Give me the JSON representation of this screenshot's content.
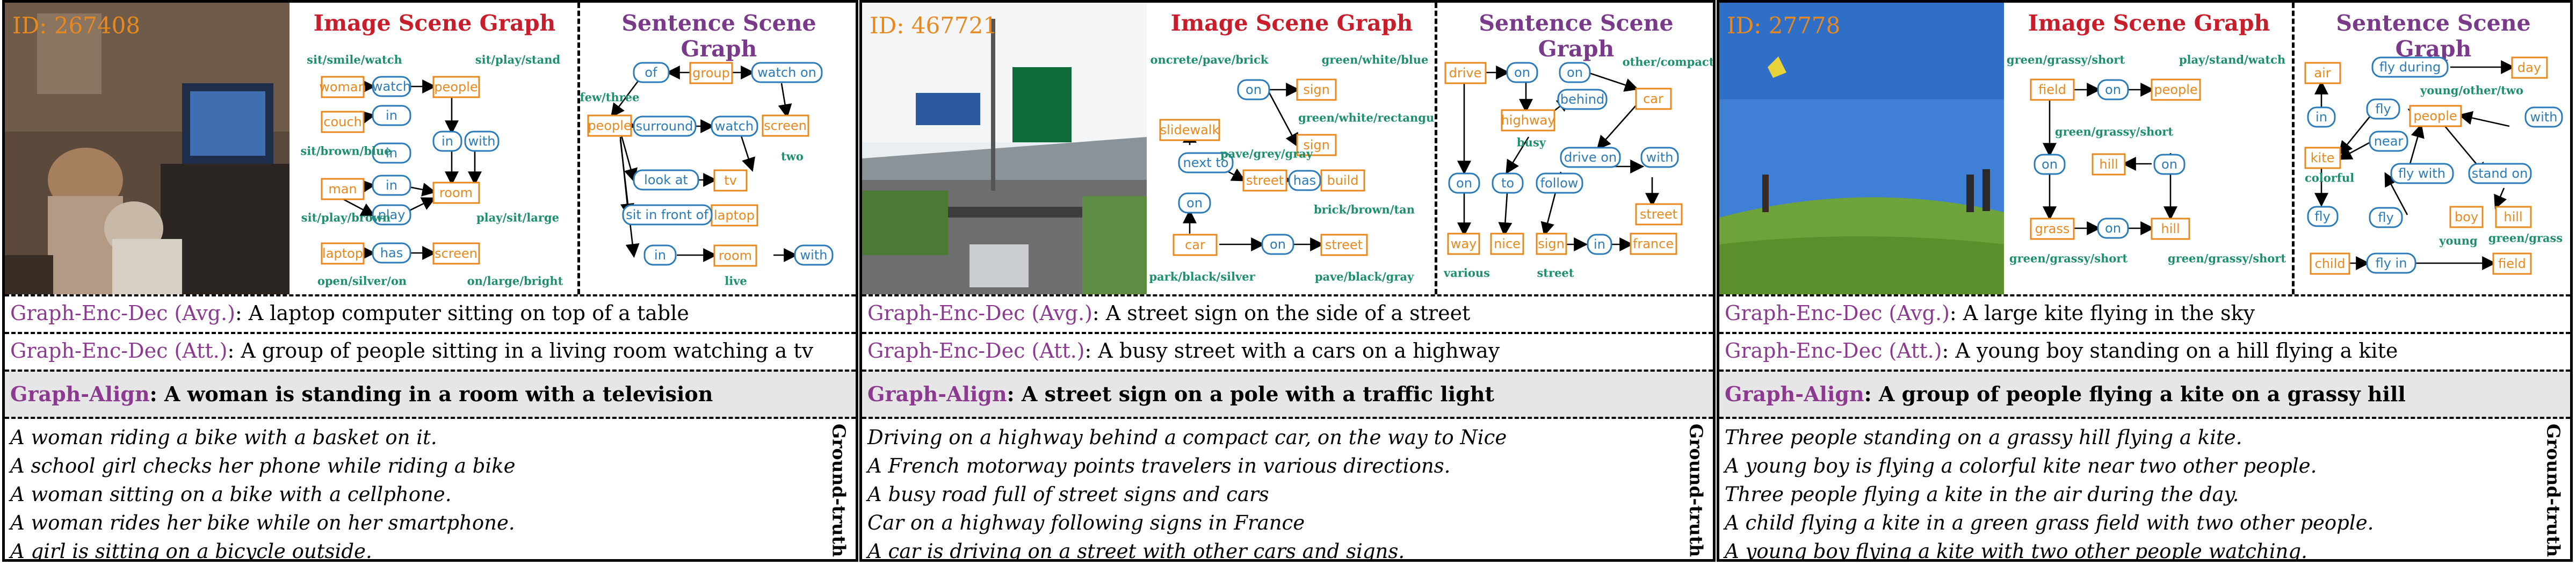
{
  "titles": {
    "image_graph": "Image Scene Graph",
    "sentence_graph": "Sentence Scene Graph"
  },
  "model_labels": {
    "avg": "Graph-Enc-Dec (Avg.)",
    "att": "Graph-Enc-Dec (Att.)",
    "align": "Graph-Align"
  },
  "gt_label": "Ground-truth",
  "colors": {
    "object": "#E8891F",
    "relation": "#2B7BB9",
    "attribute": "#1D8F6E",
    "title_image": "#C81E2C",
    "title_sentence": "#7A3A8A",
    "model": "#8B3A8F"
  },
  "panels": [
    {
      "id_text": "ID: 267408",
      "captions": {
        "avg": "A laptop computer sitting on top of a table",
        "att": "A group of people sitting in a living room watching a tv",
        "align": "A woman is standing in a room with a television"
      },
      "ground_truth": [
        "A woman riding a bike with a basket on it.",
        "A school girl checks her phone while riding a bike",
        "A woman sitting on a bike with a cellphone.",
        "A woman rides her bike while on her smartphone.",
        "A girl is sitting on a bicycle outside."
      ],
      "image_graph": {
        "objects": [
          "woman",
          "couch",
          "man",
          "laptop",
          "people",
          "room",
          "screen"
        ],
        "relations": [
          "watch",
          "in",
          "in",
          "play",
          "has",
          "in",
          "with",
          "in"
        ],
        "attributes": [
          "sit/smile/watch",
          "sit/brown/blue",
          "sit/play/brown",
          "open/silver/on",
          "sit/play/stand",
          "play/sit/large",
          "on/large/bright"
        ]
      },
      "sentence_graph": {
        "objects": [
          "group",
          "people",
          "screen",
          "tv",
          "laptop",
          "room"
        ],
        "relations": [
          "of",
          "watch on",
          "surround",
          "watch",
          "look at",
          "sit in front of",
          "in",
          "with"
        ],
        "attributes": [
          "few/three",
          "two",
          "live"
        ]
      }
    },
    {
      "id_text": "ID: 467721",
      "captions": {
        "avg": "A street sign on the side of a street",
        "att": "A busy street with a cars on a highway",
        "align": "A street sign on a pole with a traffic light"
      },
      "ground_truth": [
        "Driving on a highway behind a compact car, on the way to Nice",
        "A French motorway points travelers in various directions.",
        "A busy road full of street signs and cars",
        "Car on a highway following signs in France",
        "A car is driving on a street with other cars and signs."
      ],
      "image_graph": {
        "objects": [
          "slidewalk",
          "sign",
          "sign",
          "street",
          "build",
          "car",
          "street"
        ],
        "relations": [
          "on",
          "next to",
          "on",
          "has",
          "on"
        ],
        "attributes": [
          "concrete/pave/brick",
          "green/white/blue",
          "green/white/rectangular",
          "pave/grey/gray",
          "brick/brown/tan",
          "park/black/silver",
          "pave/black/gray"
        ]
      },
      "sentence_graph": {
        "objects": [
          "drive",
          "car",
          "highway",
          "way",
          "nice",
          "sign",
          "france",
          "street"
        ],
        "relations": [
          "on",
          "on",
          "behind",
          "on",
          "to",
          "follow",
          "drive on",
          "with",
          "in"
        ],
        "attributes": [
          "other/compact",
          "busy",
          "various",
          "street"
        ]
      }
    },
    {
      "id_text": "ID: 27778",
      "captions": {
        "avg": "A large kite flying in the sky",
        "att": "A young boy standing on a hill flying a kite",
        "align": "A group of people flying a kite on a grassy hill"
      },
      "ground_truth": [
        "Three people standing on a grassy hill flying a kite.",
        "A young boy is flying a colorful kite near two other people.",
        "Three people flying a kite in the air during the day.",
        "A child flying a kite in a green grass field with two other people.",
        "A young boy flying a kite with two other people watching."
      ],
      "image_graph": {
        "objects": [
          "field",
          "people",
          "hill",
          "grass",
          "hill"
        ],
        "relations": [
          "on",
          "on",
          "on",
          "on"
        ],
        "attributes": [
          "green/grassy/short",
          "play/stand/watch",
          "green/grassy/short",
          "green/grassy/short",
          "green/grassy/short"
        ]
      },
      "sentence_graph": {
        "objects": [
          "air",
          "day",
          "people",
          "kite",
          "boy",
          "hill",
          "child",
          "field"
        ],
        "relations": [
          "fly during",
          "in",
          "fly",
          "near",
          "fly with",
          "stand on",
          "fly",
          "fly",
          "fly in",
          "with"
        ],
        "attributes": [
          "young/other/two",
          "colorful",
          "young",
          "green/grass"
        ]
      }
    }
  ]
}
